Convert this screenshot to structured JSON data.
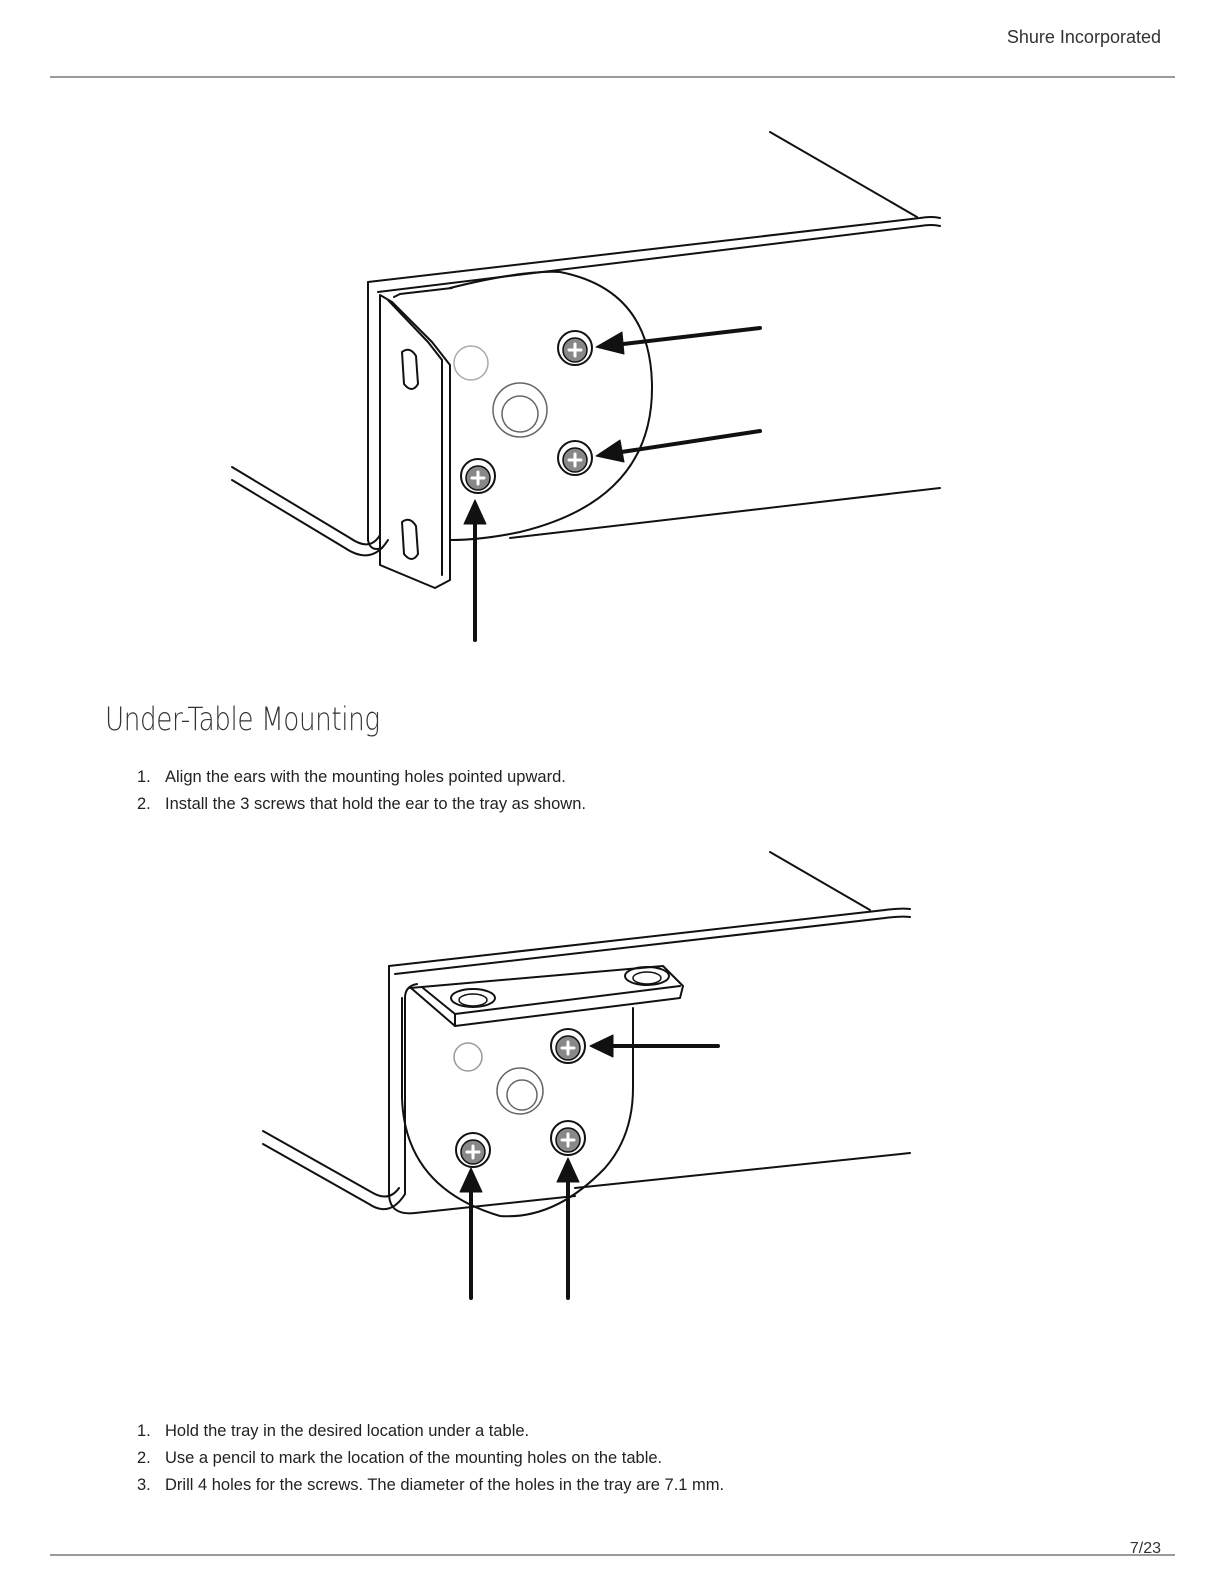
{
  "header": {
    "company": "Shure Incorporated"
  },
  "section": {
    "title": "Under-Table Mounting"
  },
  "steps_ears": [
    {
      "num": "1.",
      "text": "Align the ears with the mounting holes pointed upward."
    },
    {
      "num": "2.",
      "text": "Install the 3 screws that hold the ear to the tray as shown."
    }
  ],
  "steps_table": [
    {
      "num": "1.",
      "text": "Hold the tray in the desired location under a table."
    },
    {
      "num": "2.",
      "text": "Use a pencil to mark the location of the mounting holes on the table."
    },
    {
      "num": "3.",
      "text": "Drill 4 holes for the screws. The diameter of the holes in the tray are 7.1 mm."
    }
  ],
  "footer": {
    "page": "7/23"
  },
  "colors": {
    "rule": "#9a9a9a",
    "line": "#111111",
    "screw": "#888888"
  },
  "icons": {
    "figure_1": "rack-ear-screws-illustration",
    "figure_2": "under-table-ear-screws-illustration"
  }
}
